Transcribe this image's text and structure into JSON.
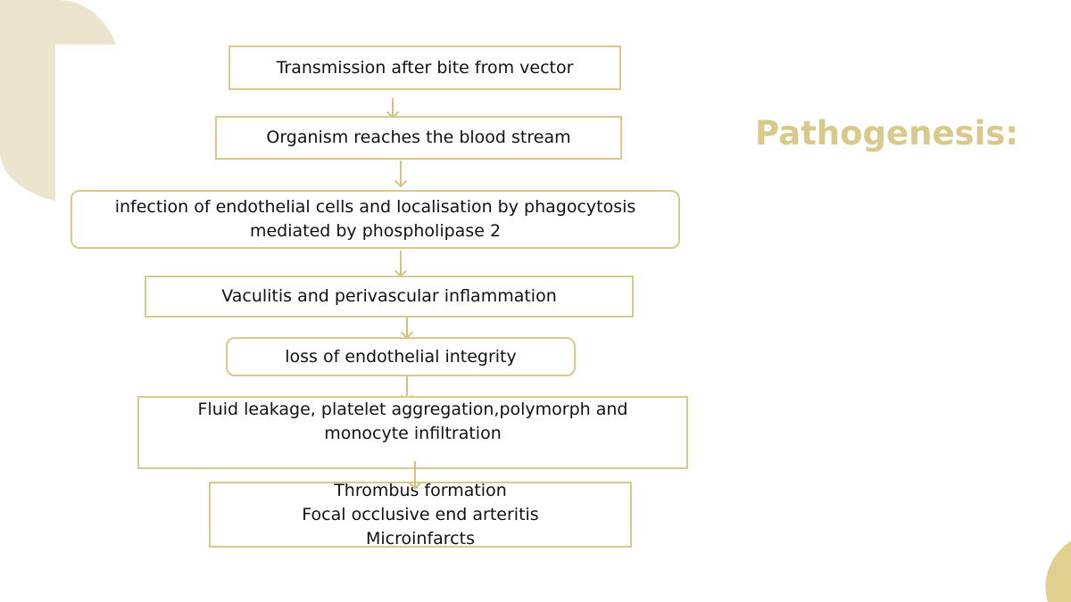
{
  "title": "Pathogenesis:",
  "steps": [
    "Transmission after bite from vector",
    "Organism reaches the blood stream",
    "infection of endothelial cells and localisation by phagocytosis\nmediated by phospholipase 2",
    "Vaculitis and perivascular inflammation",
    "loss of endothelial integrity",
    "Fluid leakage, platelet aggregation,polymorph and\nmonocyte infiltration",
    "Thrombus formation\nFocal occlusive end arteritis\nMicroinfarcts"
  ],
  "colors": {
    "accent": "#d8c98c",
    "title": "#d9c98b",
    "decor": "#ece4cc"
  }
}
